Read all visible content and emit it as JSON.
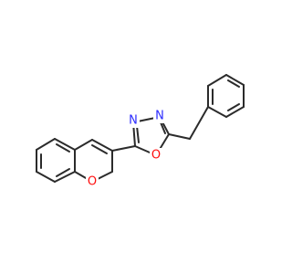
{
  "structure": {
    "bond_color": "#2b2b2b",
    "atoms": [
      {
        "id": "n3",
        "symbol": "N",
        "color": "#2b2bff"
      },
      {
        "id": "n4",
        "symbol": "N",
        "color": "#2b2bff"
      },
      {
        "id": "o1",
        "symbol": "O",
        "color": "#ff0d0d"
      },
      {
        "id": "o-pyran",
        "symbol": "O",
        "color": "#ff0d0d"
      }
    ]
  }
}
